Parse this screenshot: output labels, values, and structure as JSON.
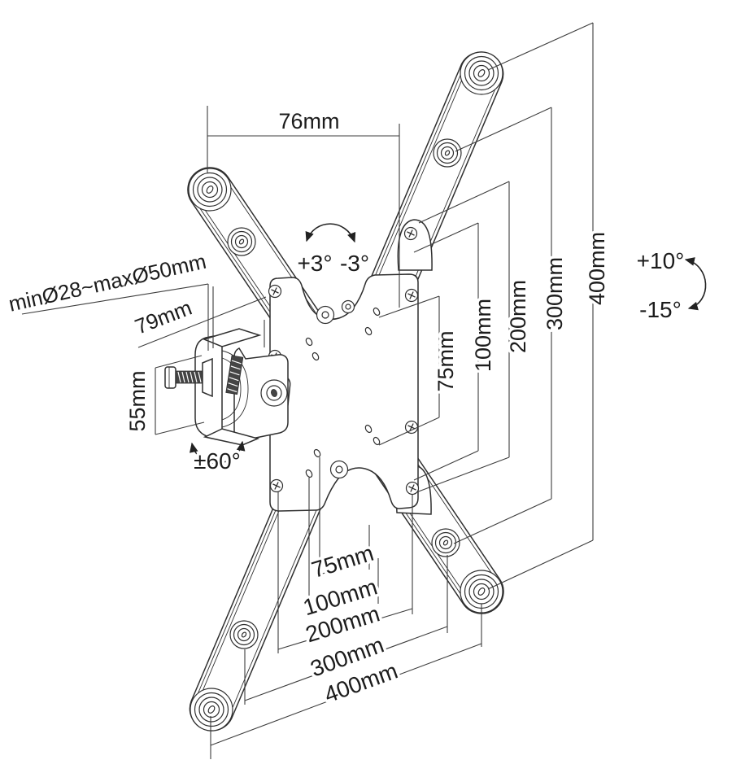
{
  "annotations": {
    "top_width": "76mm",
    "tilt_forward": "+3°",
    "tilt_backward": "-3°",
    "pole_diameter_range": "minØ28~maxØ50mm",
    "pole_to_plate_depth": "79mm",
    "clamp_height": "55mm",
    "swivel_range": "±60°",
    "rotate_up": "+10°",
    "rotate_down": "-15°",
    "vesa_vertical": [
      "75mm",
      "100mm",
      "200mm",
      "300mm",
      "400mm"
    ],
    "vesa_horizontal": [
      "75mm",
      "100mm",
      "200mm",
      "300mm",
      "400mm"
    ]
  },
  "colors": {
    "line": "#3d3d3d",
    "text": "#1c1c1c",
    "background": "#ffffff",
    "thread": "#454545"
  }
}
